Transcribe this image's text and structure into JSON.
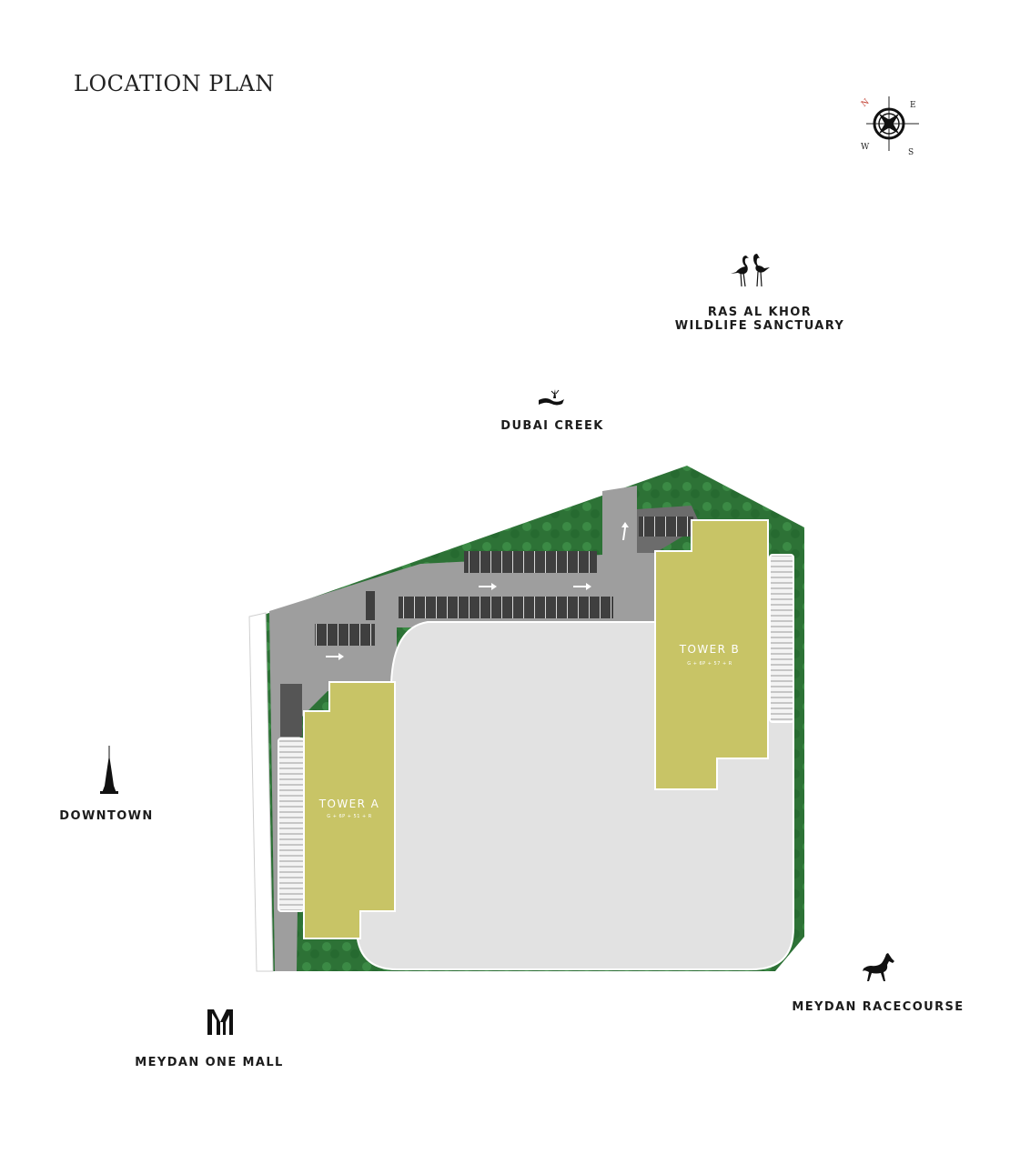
{
  "title": "LOCATION PLAN",
  "compass": {
    "n": "N",
    "e": "E",
    "s": "S",
    "w": "W"
  },
  "landmarks": {
    "ras_al_khor_line1": "RAS AL KHOR",
    "ras_al_khor_line2": "WILDLIFE SANCTUARY",
    "dubai_creek": "DUBAI CREEK",
    "downtown": "DOWNTOWN",
    "meydan_racecourse": "MEYDAN RACECOURSE",
    "meydan_one_mall": "MEYDAN ONE MALL"
  },
  "towers": {
    "a": {
      "name": "TOWER A",
      "floors": "G + 6P + 51 + R"
    },
    "b": {
      "name": "TOWER B",
      "floors": "G + 6P + 57 + R"
    }
  },
  "icons": {
    "compass": "compass-rose-icon",
    "ras_al_khor": "flamingo-icon",
    "dubai_creek": "creek-icon",
    "downtown": "burj-khalifa-icon",
    "meydan_racecourse": "horse-icon",
    "meydan_one_mall": "meydan-m-logo-icon"
  },
  "colors": {
    "tower": "#c8c466",
    "podium": "#e4e4e4",
    "landscape": "#2f7a3a",
    "road": "#9c9c9c",
    "parking": "#4a4a4a"
  }
}
